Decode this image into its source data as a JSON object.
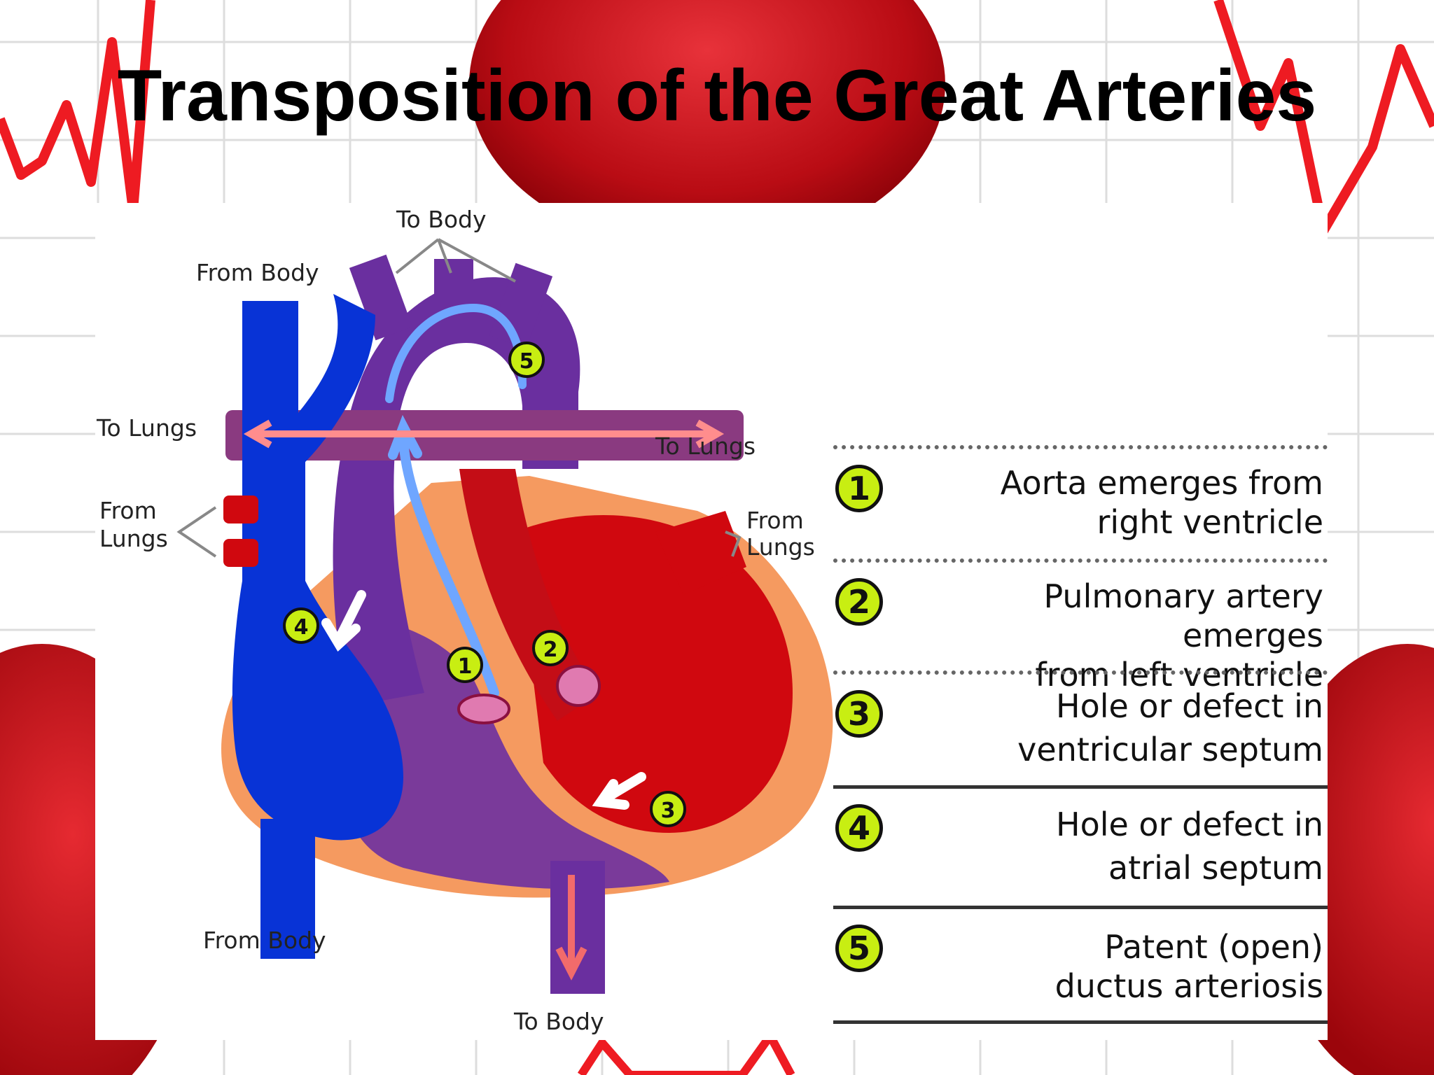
{
  "slide": {
    "title": "Transposition of the Great Arteries"
  },
  "diagram": {
    "labels": {
      "to_body_top": "To Body",
      "from_body_top": "From Body",
      "to_lungs_left": "To Lungs",
      "from_lungs_left": [
        "From",
        "Lungs"
      ],
      "to_lungs_right": "To Lungs",
      "from_lungs_right": [
        "From",
        "Lungs"
      ],
      "from_body_bottom": "From Body",
      "to_body_bottom": "To Body"
    },
    "markers": [
      "1",
      "2",
      "3",
      "4",
      "5"
    ]
  },
  "legend": [
    {
      "number": "1",
      "lines": [
        "Aorta emerges from",
        "right ventricle"
      ]
    },
    {
      "number": "2",
      "lines": [
        "Pulmonary artery emerges",
        "from left ventricle"
      ]
    },
    {
      "number": "3",
      "lines": [
        "Hole or defect in",
        "ventricular septum"
      ]
    },
    {
      "number": "4",
      "lines": [
        "Hole or defect in",
        "atrial septum"
      ]
    },
    {
      "number": "5",
      "lines": [
        "Patent (open)",
        "ductus arteriosis"
      ]
    }
  ],
  "colors": {
    "background_red": "#d9141b",
    "deoxygenated_blue": "#0833d6",
    "mixed_purple": "#6a2f9f",
    "oxygenated_red": "#d0080f",
    "heart_wall": "#f59a60",
    "marker_green": "#c8ee12"
  }
}
